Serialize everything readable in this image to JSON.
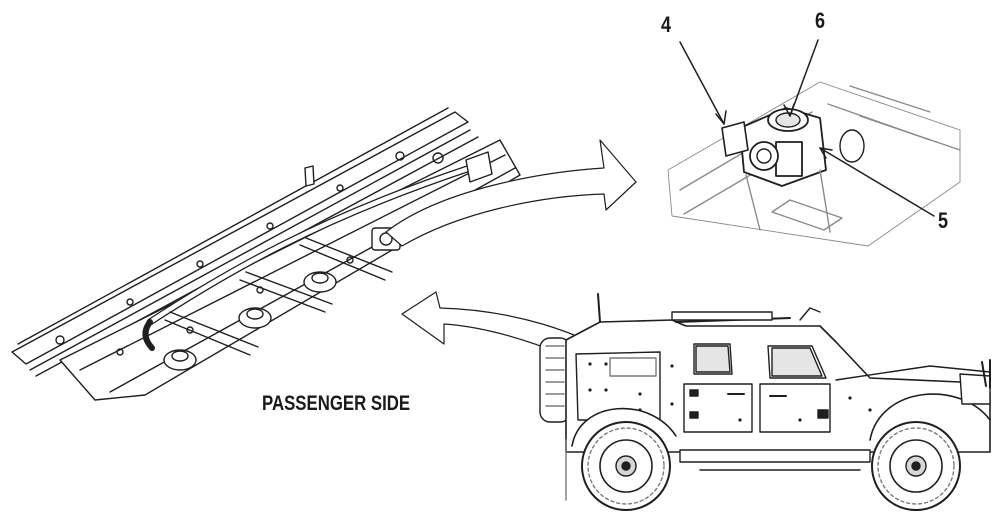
{
  "labels": {
    "callout_4": "4",
    "callout_5": "5",
    "callout_6": "6",
    "caption": "PASSENGER SIDE"
  },
  "colors": {
    "line": "#1f1f1f",
    "fill": "#ffffff",
    "shade": "#cfcfcf"
  }
}
